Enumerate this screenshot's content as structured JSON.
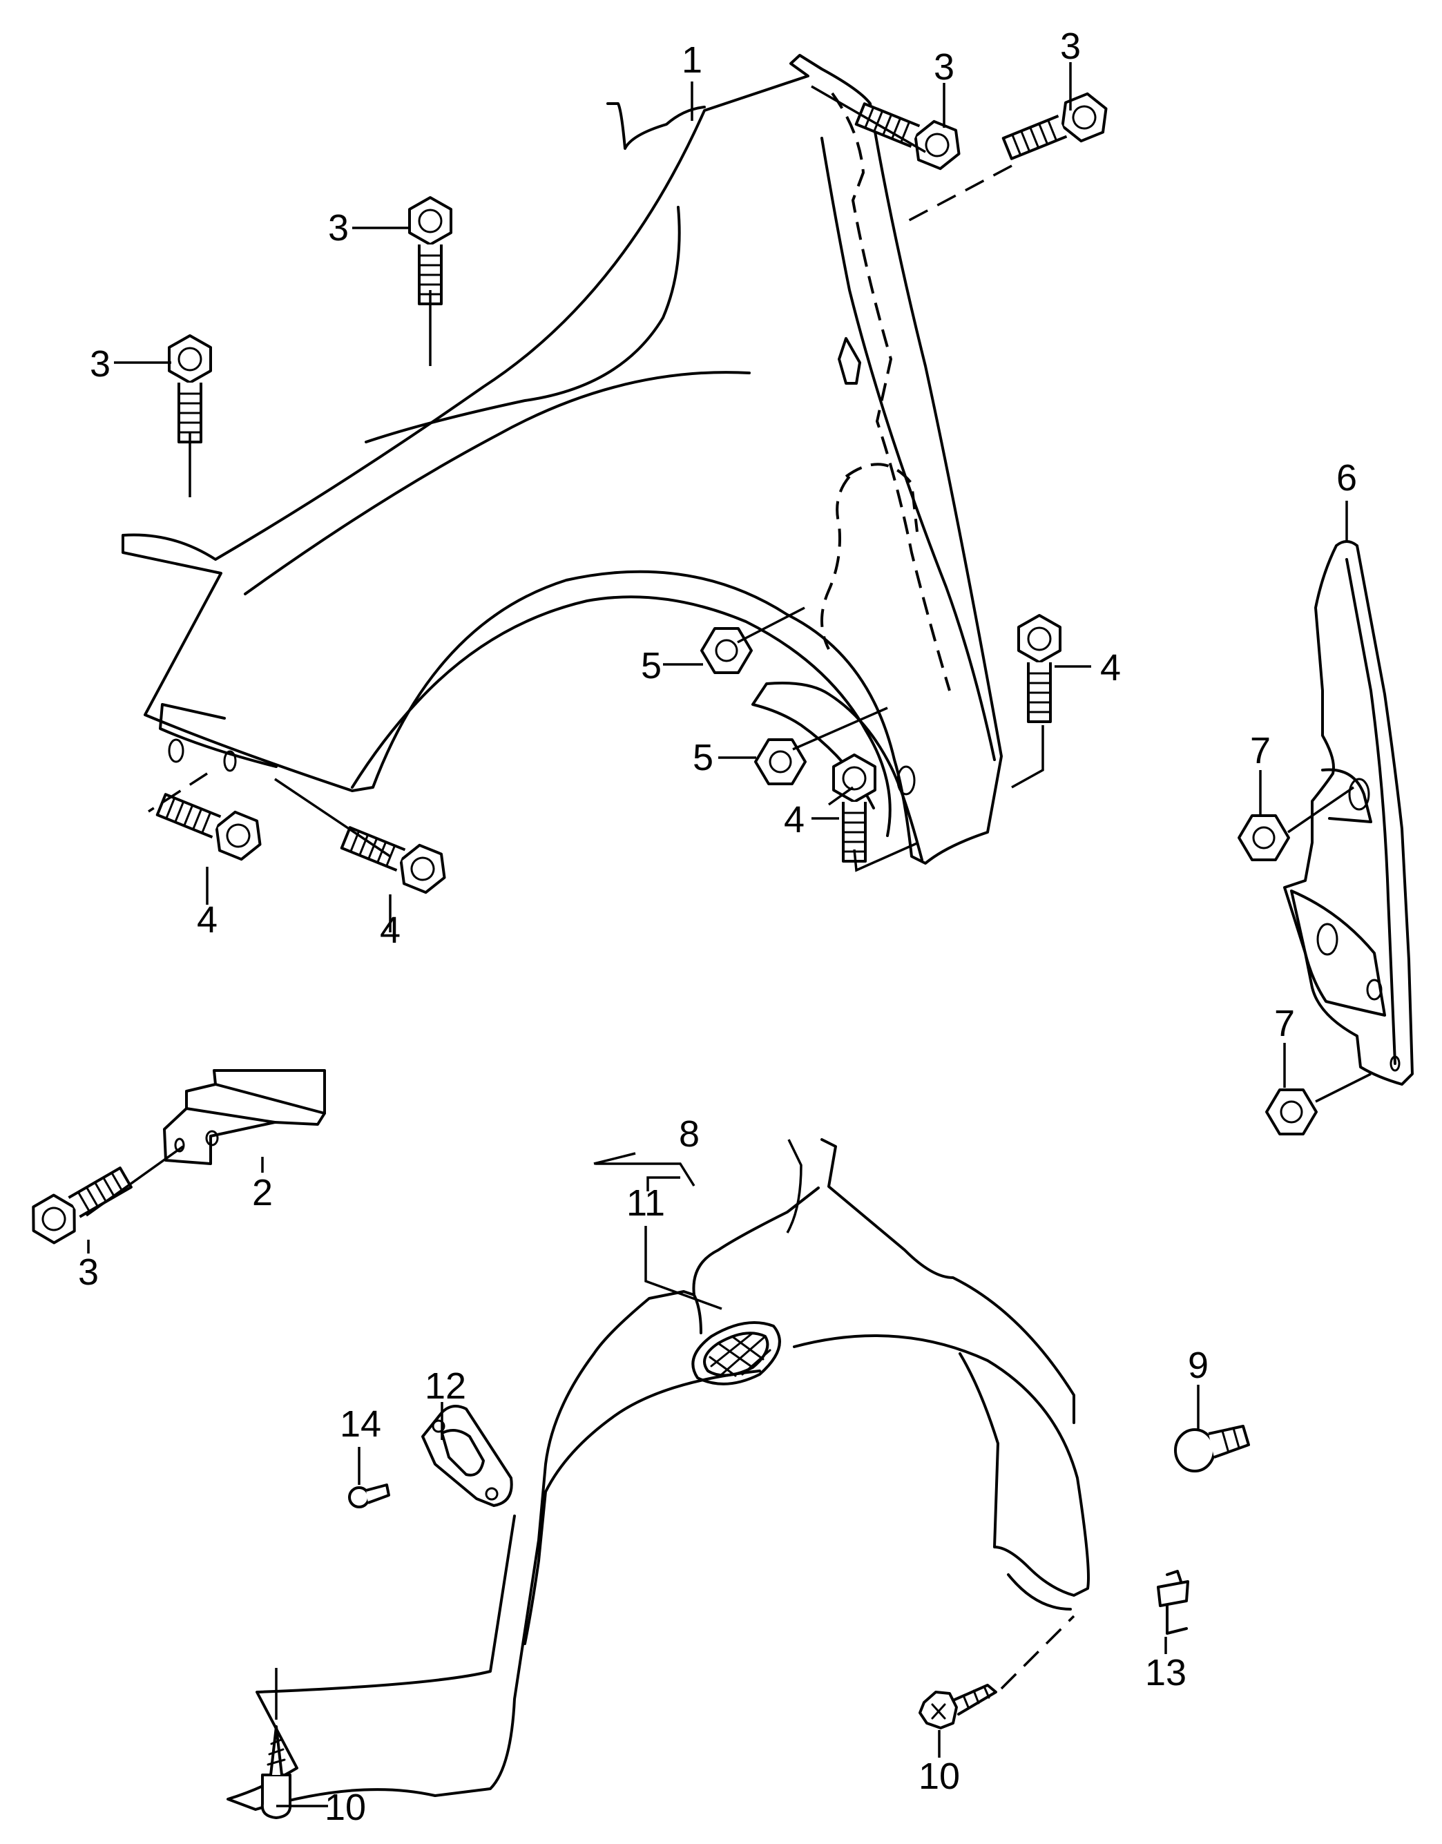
{
  "callouts": [
    {
      "id": "c1",
      "text": "1"
    },
    {
      "id": "c3a",
      "text": "3"
    },
    {
      "id": "c3b",
      "text": "3"
    },
    {
      "id": "c3c",
      "text": "3"
    },
    {
      "id": "c3d",
      "text": "3"
    },
    {
      "id": "c3e",
      "text": "3"
    },
    {
      "id": "c2",
      "text": "2"
    },
    {
      "id": "c4a",
      "text": "4"
    },
    {
      "id": "c4b",
      "text": "4"
    },
    {
      "id": "c4c",
      "text": "4"
    },
    {
      "id": "c4d",
      "text": "4"
    },
    {
      "id": "c5a",
      "text": "5"
    },
    {
      "id": "c5b",
      "text": "5"
    },
    {
      "id": "c6",
      "text": "6"
    },
    {
      "id": "c7a",
      "text": "7"
    },
    {
      "id": "c7b",
      "text": "7"
    },
    {
      "id": "c8",
      "text": "8"
    },
    {
      "id": "c9",
      "text": "9"
    },
    {
      "id": "c10a",
      "text": "10"
    },
    {
      "id": "c10b",
      "text": "10"
    },
    {
      "id": "c11",
      "text": "11"
    },
    {
      "id": "c12",
      "text": "12"
    },
    {
      "id": "c13",
      "text": "13"
    },
    {
      "id": "c14",
      "text": "14"
    }
  ]
}
